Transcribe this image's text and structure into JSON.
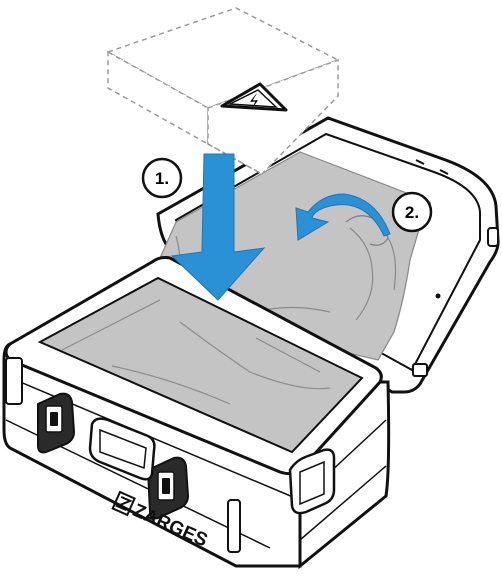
{
  "steps": [
    {
      "number": "1.",
      "action": "insert-package"
    },
    {
      "number": "2.",
      "action": "fold-liner-over"
    }
  ],
  "package": {
    "icon": "high-voltage-warning-icon",
    "glyph": "⚡"
  },
  "case": {
    "brand": "ZARGES"
  },
  "colors": {
    "outline": "#111111",
    "arrow": "#2a91d6",
    "liner": "#c4c4c4",
    "liner_dark": "#b2b2b2",
    "package_dash": "#9a9a9a"
  }
}
